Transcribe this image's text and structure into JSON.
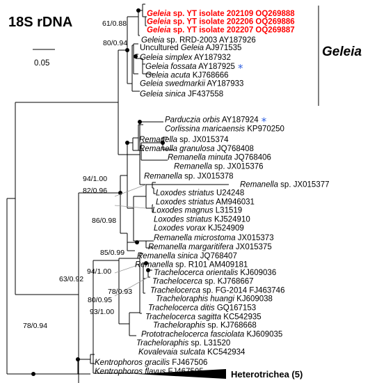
{
  "title": "18S rDNA",
  "scale_bar": {
    "value": "0.05"
  },
  "clade_label": "Geleia",
  "outgroup_label": "Heterotrichea (5)",
  "colors": {
    "highlight": "#ff0000",
    "star": "#3060e0",
    "line": "#000000"
  },
  "star_glyph": "*",
  "leaves": [
    {
      "genus": "Geleia",
      "rest": " sp. YT isolate 202109 OQ269888",
      "highlight": true
    },
    {
      "genus": "Geleia",
      "rest": " sp. YT isolate 202206 OQ269886",
      "highlight": true
    },
    {
      "genus": "Geleia",
      "rest": " sp. YT isolate 202207 OQ269887",
      "highlight": true
    },
    {
      "genus": "Geleia",
      "rest": " sp. RRD-2003 AY187926"
    },
    {
      "pre": "Uncultured ",
      "genus": "Geleia",
      "rest": " AJ971535"
    },
    {
      "genus": "Geleia simplex",
      "rest": " AY187932"
    },
    {
      "genus": "Geleia fossata",
      "rest": " AY187925",
      "star": true
    },
    {
      "genus": "Geleia acuta",
      "rest": " KJ768666"
    },
    {
      "genus": "Geleia swedmarkii",
      "rest": " AY187933"
    },
    {
      "genus": "Geleia sinica",
      "rest": " JF437558"
    },
    {
      "genus": "Parduczia orbis",
      "rest": " AY187924",
      "star": true
    },
    {
      "genus": "Corlissina maricaensis",
      "rest": " KP970250"
    },
    {
      "genus": "Remanella",
      "rest": " sp. JX015374"
    },
    {
      "genus": "Remanella granulosa",
      "rest": " JQ768408"
    },
    {
      "genus": "Remanella minuta",
      "rest": " JQ768406"
    },
    {
      "genus": "Remanella",
      "rest": " sp. JX015376"
    },
    {
      "genus": "Remanella",
      "rest": " sp. JX015378"
    },
    {
      "genus": "Remanella",
      "rest": " sp. JX015377"
    },
    {
      "genus": "Loxodes striatus",
      "rest": " U24248"
    },
    {
      "genus": "Loxodes striatus",
      "rest": " AM946031"
    },
    {
      "genus": "Loxodes magnus",
      "rest": " L31519"
    },
    {
      "genus": "Loxodes striatus",
      "rest": " KJ524910"
    },
    {
      "genus": "Loxodes vorax",
      "rest": " KJ524909"
    },
    {
      "genus": "Remanella microstoma",
      "rest": " JX015373"
    },
    {
      "genus": "Remanella margaritifera",
      "rest": " JX015375"
    },
    {
      "genus": "Remanella sinica",
      "rest": " JQ768407"
    },
    {
      "genus": "Remanella",
      "rest": " sp. R101 AM409181"
    },
    {
      "genus": "Trachelocerca orientalis",
      "rest": " KJ609036"
    },
    {
      "genus": "Trachelocerca",
      "rest": " sp. KJ768667"
    },
    {
      "genus": "Trachelocerca",
      "rest": " sp. FG-2014 FJ463746"
    },
    {
      "genus": "Tracheloraphis huangi",
      "rest": " KJ609038"
    },
    {
      "genus": "Trachelocerca ditis",
      "rest": " GQ167153"
    },
    {
      "genus": "Trachelocerca sagitta",
      "rest": " KC542935"
    },
    {
      "genus": "Tracheloraphis",
      "rest": " sp. KJ768668"
    },
    {
      "genus": "Prototrachelocerca fasciolata",
      "rest": " KJ609035"
    },
    {
      "genus": "Tracheloraphis",
      "rest": " sp. L31520"
    },
    {
      "genus": "Kovalevaia sulcata",
      "rest": " KC542934"
    },
    {
      "genus": "Kentrophoros gracilis",
      "rest": " FJ467506"
    },
    {
      "genus": "Kentrophoros flavus",
      "rest": " FJ467505"
    }
  ],
  "support_values": [
    "61/0.88",
    "80/0.94",
    "94/1.00",
    "82/0.96",
    "86/0.98",
    "85/0.99",
    "94/1.00",
    "78/0.93",
    "80/0.95",
    "93/1.00",
    "63/0.92",
    "78/0.94"
  ]
}
